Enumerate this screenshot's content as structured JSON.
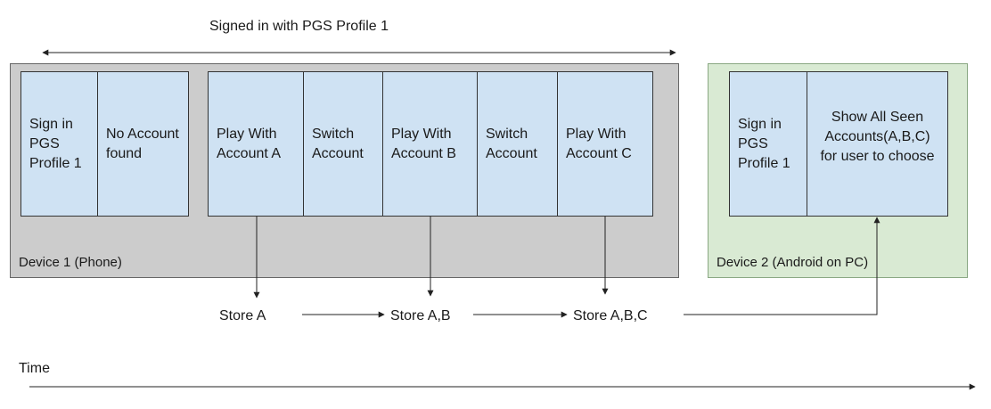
{
  "top_span_label": "Signed in with PGS Profile 1",
  "device1": {
    "label": "Device 1 (Phone)",
    "steps": [
      "Sign in PGS Profile 1",
      "No Account found",
      "Play With Account A",
      "Switch Account",
      "Play With Account B",
      "Switch Account",
      "Play With Account C"
    ]
  },
  "device2": {
    "label": "Device 2 (Android on PC)",
    "steps": [
      "Sign in PGS Profile 1",
      "Show All Seen Accounts(A,B,C) for user to choose"
    ]
  },
  "stores": [
    "Store A",
    "Store A,B",
    "Store A,B,C"
  ],
  "time_label": "Time"
}
